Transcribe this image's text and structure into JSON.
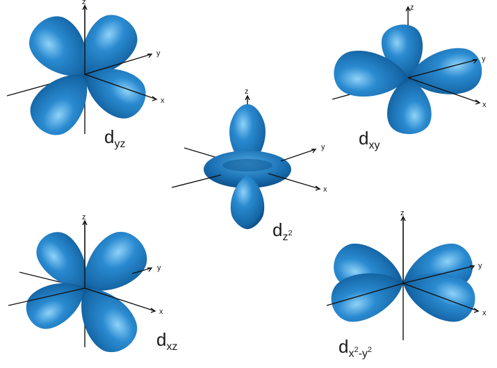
{
  "axis_labels": {
    "x": "x",
    "y": "y",
    "z": "z"
  },
  "orbitals": {
    "dyz": {
      "letter": "d",
      "sub": "yz"
    },
    "dxy": {
      "letter": "d",
      "sub": "xy"
    },
    "dz2": {
      "letter": "d",
      "sub": "z",
      "sup": "2"
    },
    "dxz": {
      "letter": "d",
      "sub": "xz"
    },
    "dx2y2": {
      "letter": "d",
      "sub_a": "x",
      "sup_a": "2",
      "sub_mid": "-y",
      "sup_b": "2"
    }
  },
  "colors": {
    "lobe": "#1f7fc0",
    "lobe_dark": "#0d4f86",
    "lobe_light": "#7cc6f2",
    "axis": "#111111"
  }
}
